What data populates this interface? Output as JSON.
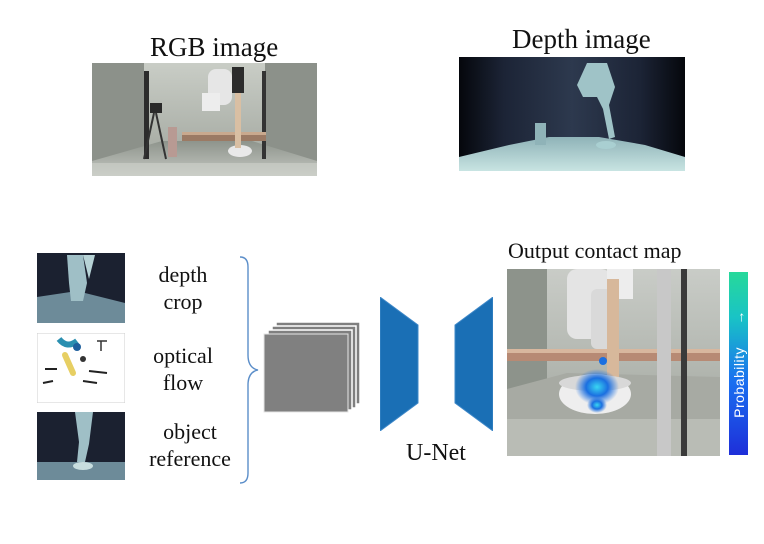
{
  "top": {
    "rgb_title": "RGB image",
    "depth_title": "Depth image"
  },
  "inputs": [
    {
      "line1": "depth",
      "line2": "crop"
    },
    {
      "line1": "optical",
      "line2": "flow"
    },
    {
      "line1": "object",
      "line2": "reference"
    }
  ],
  "network": {
    "label": "U-Net",
    "color": "#1a6fb5"
  },
  "output": {
    "title": "Output contact map",
    "colorbar_label": "Probability",
    "colorbar_arrow": "→"
  }
}
